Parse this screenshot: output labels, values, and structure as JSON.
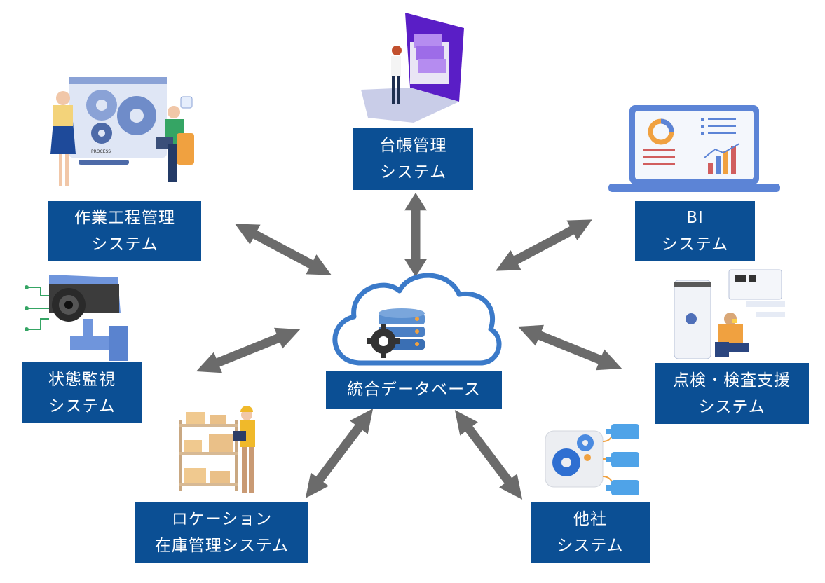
{
  "center": {
    "label": "統合データベース"
  },
  "nodes": {
    "ledger": {
      "line1": "台帳管理",
      "line2": "システム"
    },
    "process": {
      "line1": "作業工程管理",
      "line2": "システム"
    },
    "bi": {
      "line1": "BI",
      "line2": "システム"
    },
    "monitor": {
      "line1": "状態監視",
      "line2": "システム"
    },
    "inspect": {
      "line1": "点検・検査支援",
      "line2": "システム"
    },
    "location": {
      "line1": "ロケーション",
      "line2": "在庫管理システム"
    },
    "other": {
      "line1": "他社",
      "line2": "システム"
    }
  },
  "illustrations": {
    "process_screen_text": "PROCESS"
  },
  "colors": {
    "box": "#0b4f94",
    "arrow": "#6b6b6b",
    "cloud_outline": "#3b7ac9",
    "db_blue": "#4a7fc4",
    "accent_orange": "#f0a140"
  }
}
